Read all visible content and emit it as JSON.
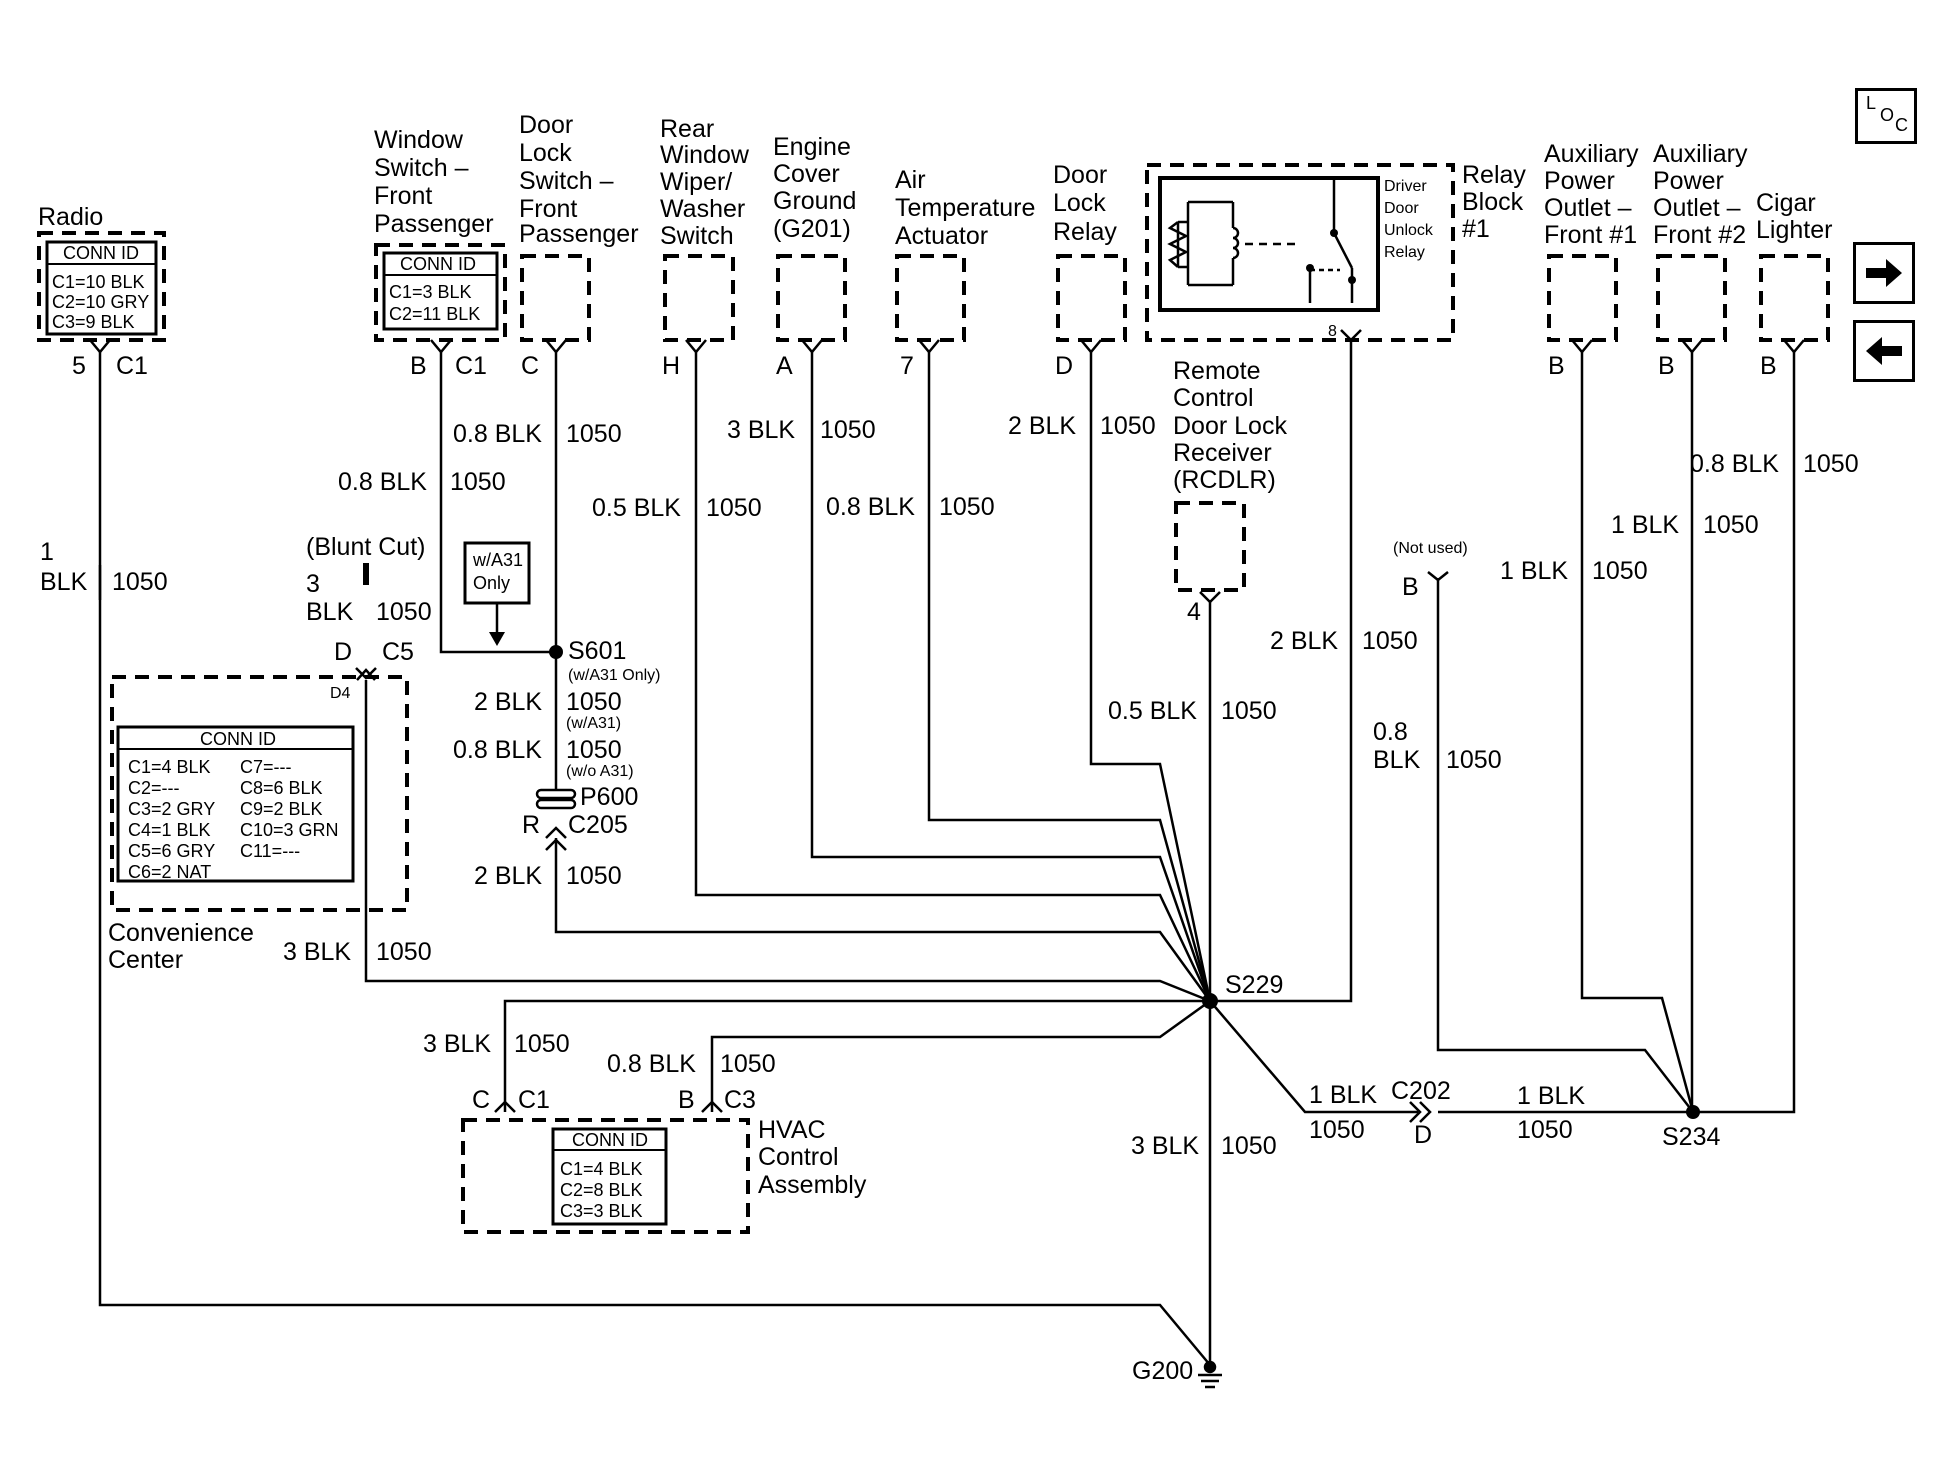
{
  "nav": {
    "loc_l": "L",
    "loc_o": "O",
    "loc_c": "C"
  },
  "components": {
    "radio": {
      "title": "Radio",
      "conn_id": "CONN ID",
      "rows": [
        "C1=10 BLK",
        "C2=10 GRY",
        "C3=9 BLK"
      ],
      "pin": "5",
      "conn": "C1"
    },
    "win_sw": {
      "l1": "Window",
      "l2": "Switch –",
      "l3": "Front",
      "l4": "Passenger",
      "conn_id": "CONN ID",
      "rows": [
        "C1=3 BLK",
        "C2=11 BLK"
      ],
      "pin": "B",
      "conn": "C1"
    },
    "dl_sw": {
      "l1": "Door",
      "l2": "Lock",
      "l3": "Switch –",
      "l4": "Front",
      "l5": "Passenger",
      "pin": "C"
    },
    "wiper": {
      "l1": "Rear",
      "l2": "Window",
      "l3": "Wiper/",
      "l4": "Washer",
      "l5": "Switch",
      "pin": "H"
    },
    "ecg": {
      "l1": "Engine",
      "l2": "Cover",
      "l3": "Ground",
      "l4": "(G201)",
      "pin": "A"
    },
    "air": {
      "l1": "Air",
      "l2": "Temperature",
      "l3": "Actuator",
      "pin": "7"
    },
    "dlr": {
      "l1": "Door",
      "l2": "Lock",
      "l3": "Relay",
      "pin": "D"
    },
    "relay": {
      "l1": "Driver",
      "l2": "Door",
      "l3": "Unlock",
      "l4": "Relay",
      "b1": "Relay",
      "b2": "Block",
      "b3": "#1",
      "pin": "8"
    },
    "apo1": {
      "l1": "Auxiliary",
      "l2": "Power",
      "l3": "Outlet –",
      "l4": "Front #1",
      "pin": "B"
    },
    "apo2": {
      "l1": "Auxiliary",
      "l2": "Power",
      "l3": "Outlet –",
      "l4": "Front #2",
      "pin": "B"
    },
    "cig": {
      "l1": "Cigar",
      "l2": "Lighter",
      "pin": "B"
    },
    "rcdlr": {
      "l1": "Remote",
      "l2": "Control",
      "l3": "Door Lock",
      "l4": "Receiver",
      "l5": "(RCDLR)",
      "pin": "4"
    },
    "conv": {
      "l1": "Convenience",
      "l2": "Center",
      "conn_id": "CONN ID",
      "c1": [
        "C1=4 BLK",
        "C2=---",
        "C3=2 GRY",
        "C4=1 BLK",
        "C5=6 GRY",
        "C6=2 NAT"
      ],
      "c2": [
        "C7=---",
        "C8=6 BLK",
        "C9=2 BLK",
        "C10=3 GRN",
        "C11=---"
      ],
      "pin": "D",
      "conn": "C5",
      "cav": "D4"
    },
    "hvac": {
      "l1": "HVAC",
      "l2": "Control",
      "l3": "Assembly",
      "conn_id": "CONN ID",
      "rows": [
        "C1=4 BLK",
        "C2=8 BLK",
        "C3=3 BLK"
      ],
      "pin1": "C",
      "conn1": "C1",
      "pin2": "B",
      "conn2": "C3"
    }
  },
  "wires": {
    "radio": {
      "gauge": "1",
      "color": "BLK",
      "circuit": "1050"
    },
    "win": {
      "gauge": "0.8 BLK",
      "circuit": "1050"
    },
    "dl_top": {
      "gauge": "0.8 BLK",
      "circuit": "1050"
    },
    "wiper": {
      "gauge": "0.5 BLK",
      "circuit": "1050"
    },
    "ecg": {
      "gauge": "3 BLK",
      "circuit": "1050"
    },
    "air": {
      "gauge": "0.8 BLK",
      "circuit": "1050"
    },
    "dlr": {
      "gauge": "2 BLK",
      "circuit": "1050"
    },
    "relay": {
      "gauge": "2 BLK",
      "circuit": "1050"
    },
    "rcdlr": {
      "gauge": "0.5 BLK",
      "circuit": "1050"
    },
    "apo1": {
      "gauge": "1 BLK",
      "circuit": "1050"
    },
    "apo2": {
      "gauge": "1 BLK",
      "circuit": "1050"
    },
    "cig": {
      "gauge": "0.8 BLK",
      "circuit": "1050"
    },
    "blunt": {
      "label": "(Blunt Cut)",
      "gauge": "3",
      "color": "BLK",
      "circuit": "1050"
    },
    "s601_a": {
      "gauge": "2 BLK",
      "circuit": "1050",
      "note": "(w/A31)"
    },
    "s601_b": {
      "gauge": "0.8 BLK",
      "circuit": "1050",
      "note": "(w/o A31)"
    },
    "c205": {
      "gauge": "2 BLK",
      "circuit": "1050"
    },
    "conv": {
      "gauge": "3 BLK",
      "circuit": "1050"
    },
    "hvac1": {
      "gauge": "3 BLK",
      "circuit": "1050"
    },
    "hvac3": {
      "gauge": "0.8 BLK",
      "circuit": "1050"
    },
    "g200": {
      "gauge": "3 BLK",
      "circuit": "1050"
    },
    "c202_l": {
      "gauge": "1 BLK",
      "circuit": "1050"
    },
    "c202_r": {
      "gauge": "1 BLK",
      "circuit": "1050"
    },
    "notused": {
      "label": "(Not used)",
      "pin": "B",
      "gauge": "0.8",
      "color": "BLK",
      "circuit": "1050"
    }
  },
  "nodes": {
    "s601": "S601",
    "s601_note": "(w/A31 Only)",
    "w_a31_1": "w/A31",
    "w_a31_2": "Only",
    "p600": "P600",
    "c205_pin": "R",
    "c205": "C205",
    "s229": "S229",
    "s234": "S234",
    "c202": "C202",
    "c202_pin": "D",
    "g200": "G200"
  }
}
